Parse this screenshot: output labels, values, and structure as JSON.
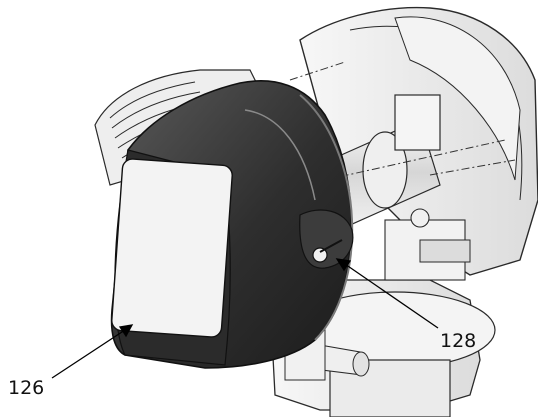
{
  "figure": {
    "callouts": [
      {
        "id": "126",
        "label": "126"
      },
      {
        "id": "128",
        "label": "128"
      }
    ]
  },
  "colors": {
    "cover": "#3a3a3a",
    "cover_highlight": "#6a6a6a",
    "window": "#f2f2f2",
    "body": "#e9e9e9",
    "outline": "#2a2a2a",
    "leader": "#000000"
  }
}
